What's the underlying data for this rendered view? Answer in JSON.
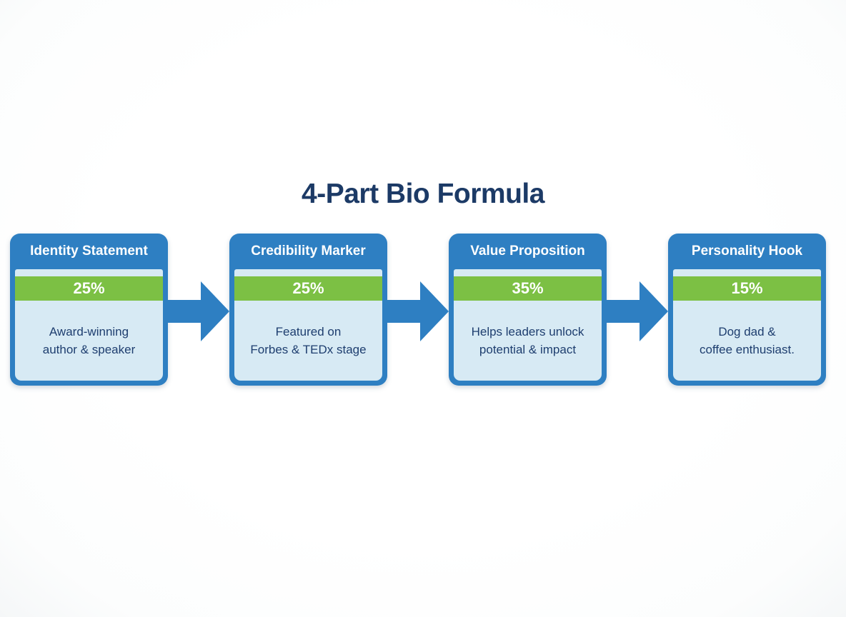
{
  "title": "4-Part Bio Formula",
  "colors": {
    "blue": "#2E7FC2",
    "green": "#7CC044",
    "lightblue": "#D7EAF4",
    "navy": "#1C3A66",
    "textnavy": "#1E3E6F"
  },
  "steps": [
    {
      "label": "Identity Statement",
      "percent": "25%",
      "description": "Award-winning\nauthor & speaker"
    },
    {
      "label": "Credibility Marker",
      "percent": "25%",
      "description": "Featured on\nForbes & TEDx stage"
    },
    {
      "label": "Value Proposition",
      "percent": "35%",
      "description": "Helps leaders unlock\npotential & impact"
    },
    {
      "label": "Personality Hook",
      "percent": "15%",
      "description": "Dog dad &\ncoffee enthusiast."
    }
  ]
}
